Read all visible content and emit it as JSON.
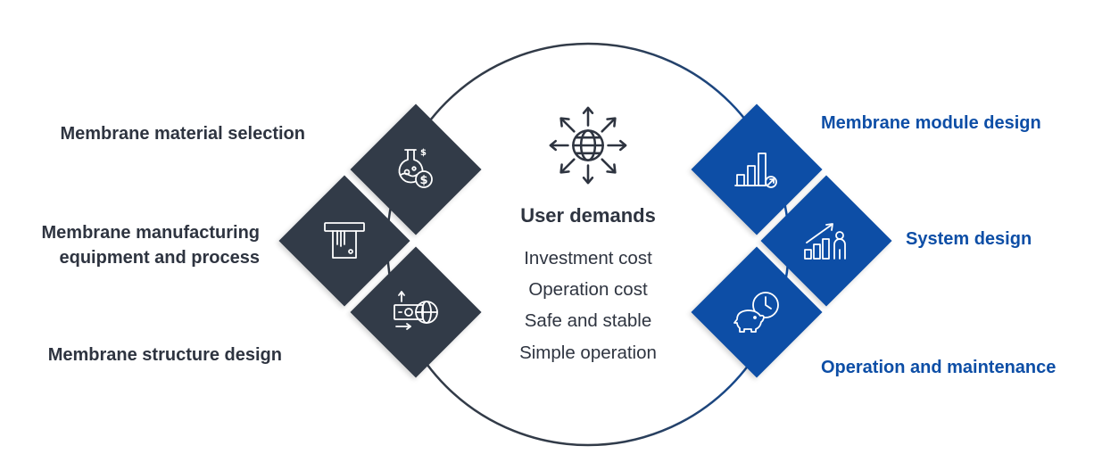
{
  "center": {
    "title": "User demands",
    "demands": [
      "Investment cost",
      "Operation cost",
      "Safe and stable",
      "Simple operation"
    ],
    "icon": "globe-arrows-icon"
  },
  "left": {
    "material": "Membrane material selection",
    "manufacturing": [
      "Membrane manufacturing",
      "equipment and process"
    ],
    "structure": "Membrane structure design",
    "icons": [
      "flask-dollar-icon",
      "card-slot-icon",
      "money-globe-icon"
    ]
  },
  "right": {
    "module": "Membrane module design",
    "system": "System design",
    "operation": "Operation and maintenance",
    "icons": [
      "bar-chart-icon",
      "growth-person-icon",
      "piggy-clock-icon"
    ]
  },
  "colors": {
    "dark": "#323b48",
    "blue": "#0d4ea6",
    "text": "#2e3440"
  }
}
